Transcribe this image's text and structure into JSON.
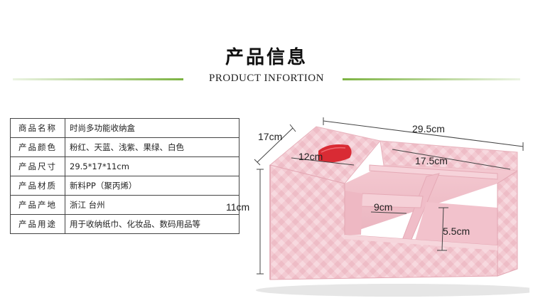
{
  "header": {
    "title_cn": "产品信息",
    "title_en": "PRODUCT INFORTION"
  },
  "specs": [
    {
      "key": "商品名称",
      "value": "时尚多功能收纳盒"
    },
    {
      "key": "产品颜色",
      "value": "粉红、天蓝、浅紫、果绿、白色"
    },
    {
      "key": "产品尺寸",
      "value": "29.5*17*11cm"
    },
    {
      "key": "产品材质",
      "value": "新料PP（聚丙烯）"
    },
    {
      "key": "产品产地",
      "value": "浙江 台州"
    },
    {
      "key": "产品用途",
      "value": "用于收纳纸巾、化妆品、数码用品等"
    }
  ],
  "dimensions": {
    "length": "29.5cm",
    "depth": "17cm",
    "height": "11cm",
    "tissue_slot": "12cm",
    "inner_long": "17.5cm",
    "inner_small": "9cm",
    "inner_height": "5.5cm"
  },
  "colors": {
    "accent_line": "#7cb342",
    "box_pink": "#f2c6cf",
    "slot_red": "#d92b34"
  }
}
